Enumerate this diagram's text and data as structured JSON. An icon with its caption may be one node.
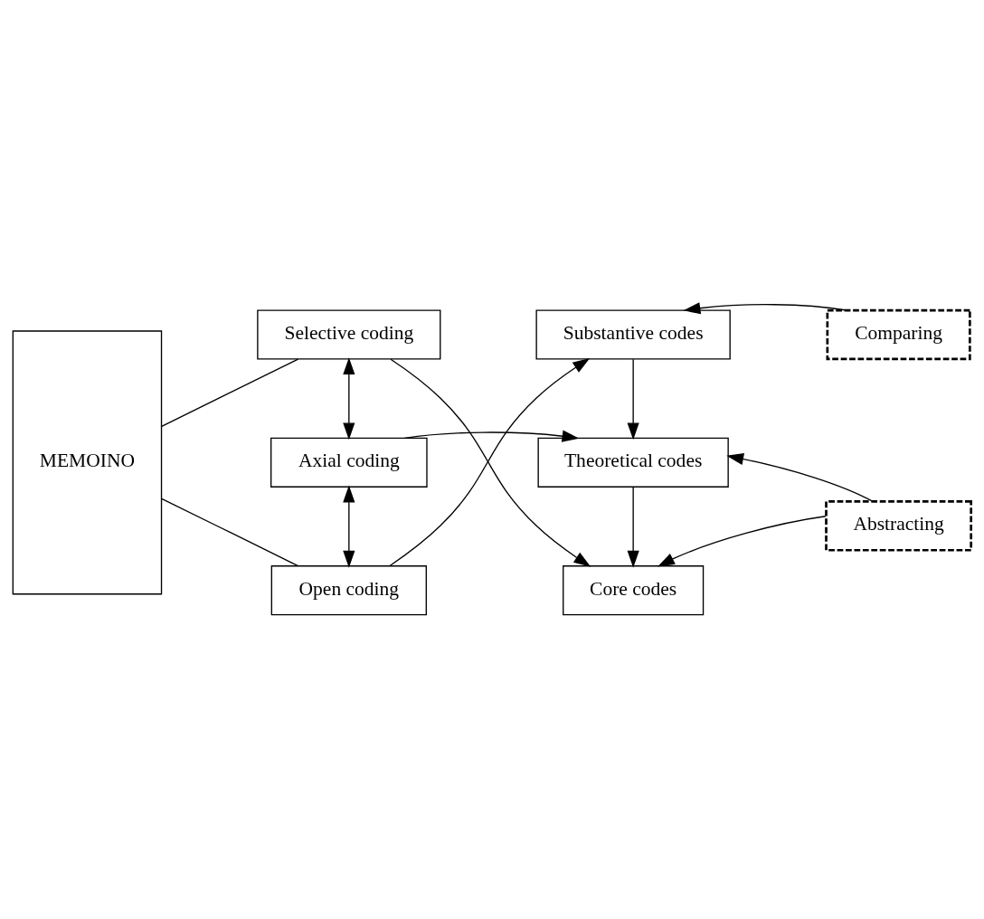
{
  "diagram": {
    "nodes": [
      {
        "text": [
          "Abstracting"
        ]
      },
      {
        "text": [
          "Selective coding"
        ]
      },
      {
        "text": [
          "Core codes"
        ]
      },
      {
        "text": [
          "MEMOINO"
        ]
      },
      {
        "text": [
          "Axial coding"
        ]
      },
      {
        "text": [
          "Theoretical codes"
        ]
      },
      {
        "text": [
          "Open coding"
        ]
      },
      {
        "text": [
          "Substantive codes"
        ]
      },
      {
        "text": [
          "Comparing"
        ]
      }
    ],
    "edges": [
      {
        "from": 1,
        "to": 2,
        "arrow": "to"
      },
      {
        "from": 4,
        "to": 5,
        "arrow": "to"
      },
      {
        "from": 6,
        "to": 7,
        "arrow": "to"
      },
      {
        "from": 7,
        "to": 5,
        "arrow": "to"
      },
      {
        "from": 5,
        "to": 2,
        "arrow": "to"
      },
      {
        "from": 1,
        "to": 4,
        "arrow": "both"
      },
      {
        "from": 4,
        "to": 6,
        "arrow": "both"
      },
      {
        "from": 3,
        "to": 1,
        "arrow": "none"
      },
      {
        "from": 3,
        "to": 6,
        "arrow": "none"
      },
      {
        "from": 0,
        "to": 2,
        "arrow": "to"
      },
      {
        "from": 0,
        "to": 5,
        "arrow": "to"
      },
      {
        "from": 8,
        "to": 7,
        "arrow": "to"
      }
    ]
  }
}
